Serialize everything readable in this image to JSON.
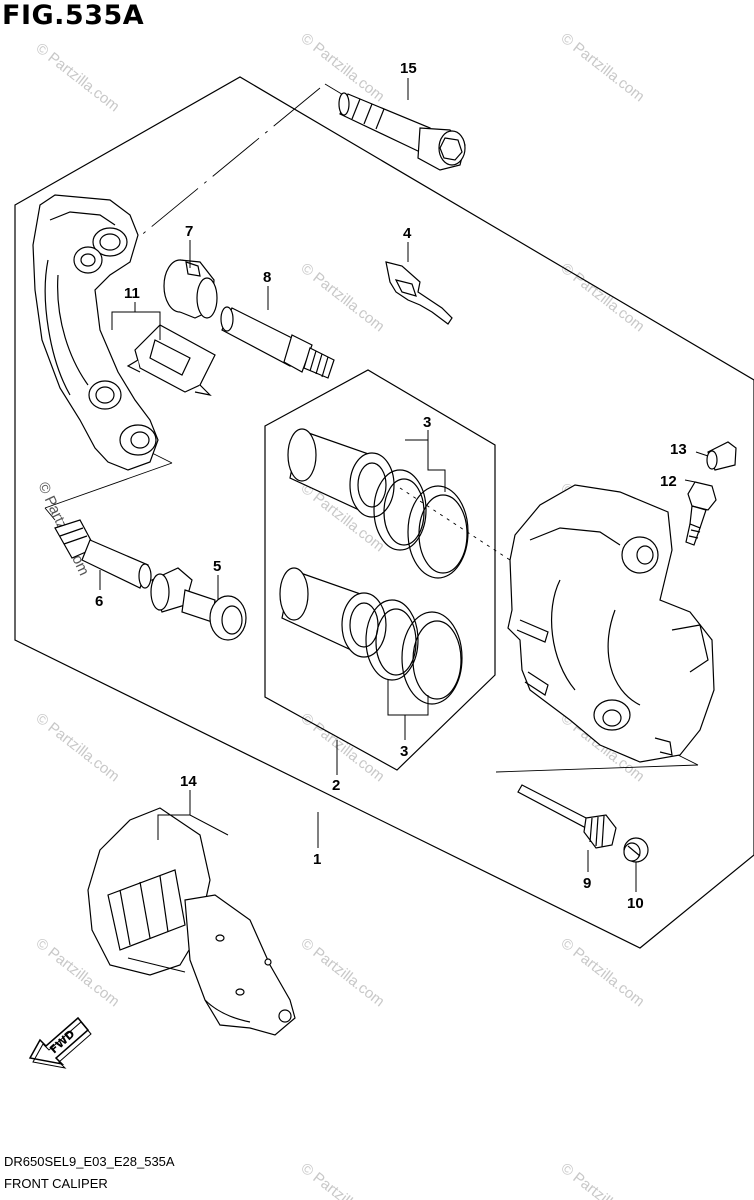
{
  "figure": {
    "title": "FIG.535A",
    "code": "DR650SEL9_E03_E28_535A",
    "caption": "FRONT CALIPER"
  },
  "fwd_label": "FWD",
  "watermark": "© Partzilla.com",
  "callouts": {
    "c1": "1",
    "c2": "2",
    "c3a": "3",
    "c3b": "3",
    "c4": "4",
    "c5": "5",
    "c6": "6",
    "c7": "7",
    "c8": "8",
    "c9": "9",
    "c10": "10",
    "c11": "11",
    "c12": "12",
    "c13": "13",
    "c14": "14",
    "c15": "15"
  }
}
